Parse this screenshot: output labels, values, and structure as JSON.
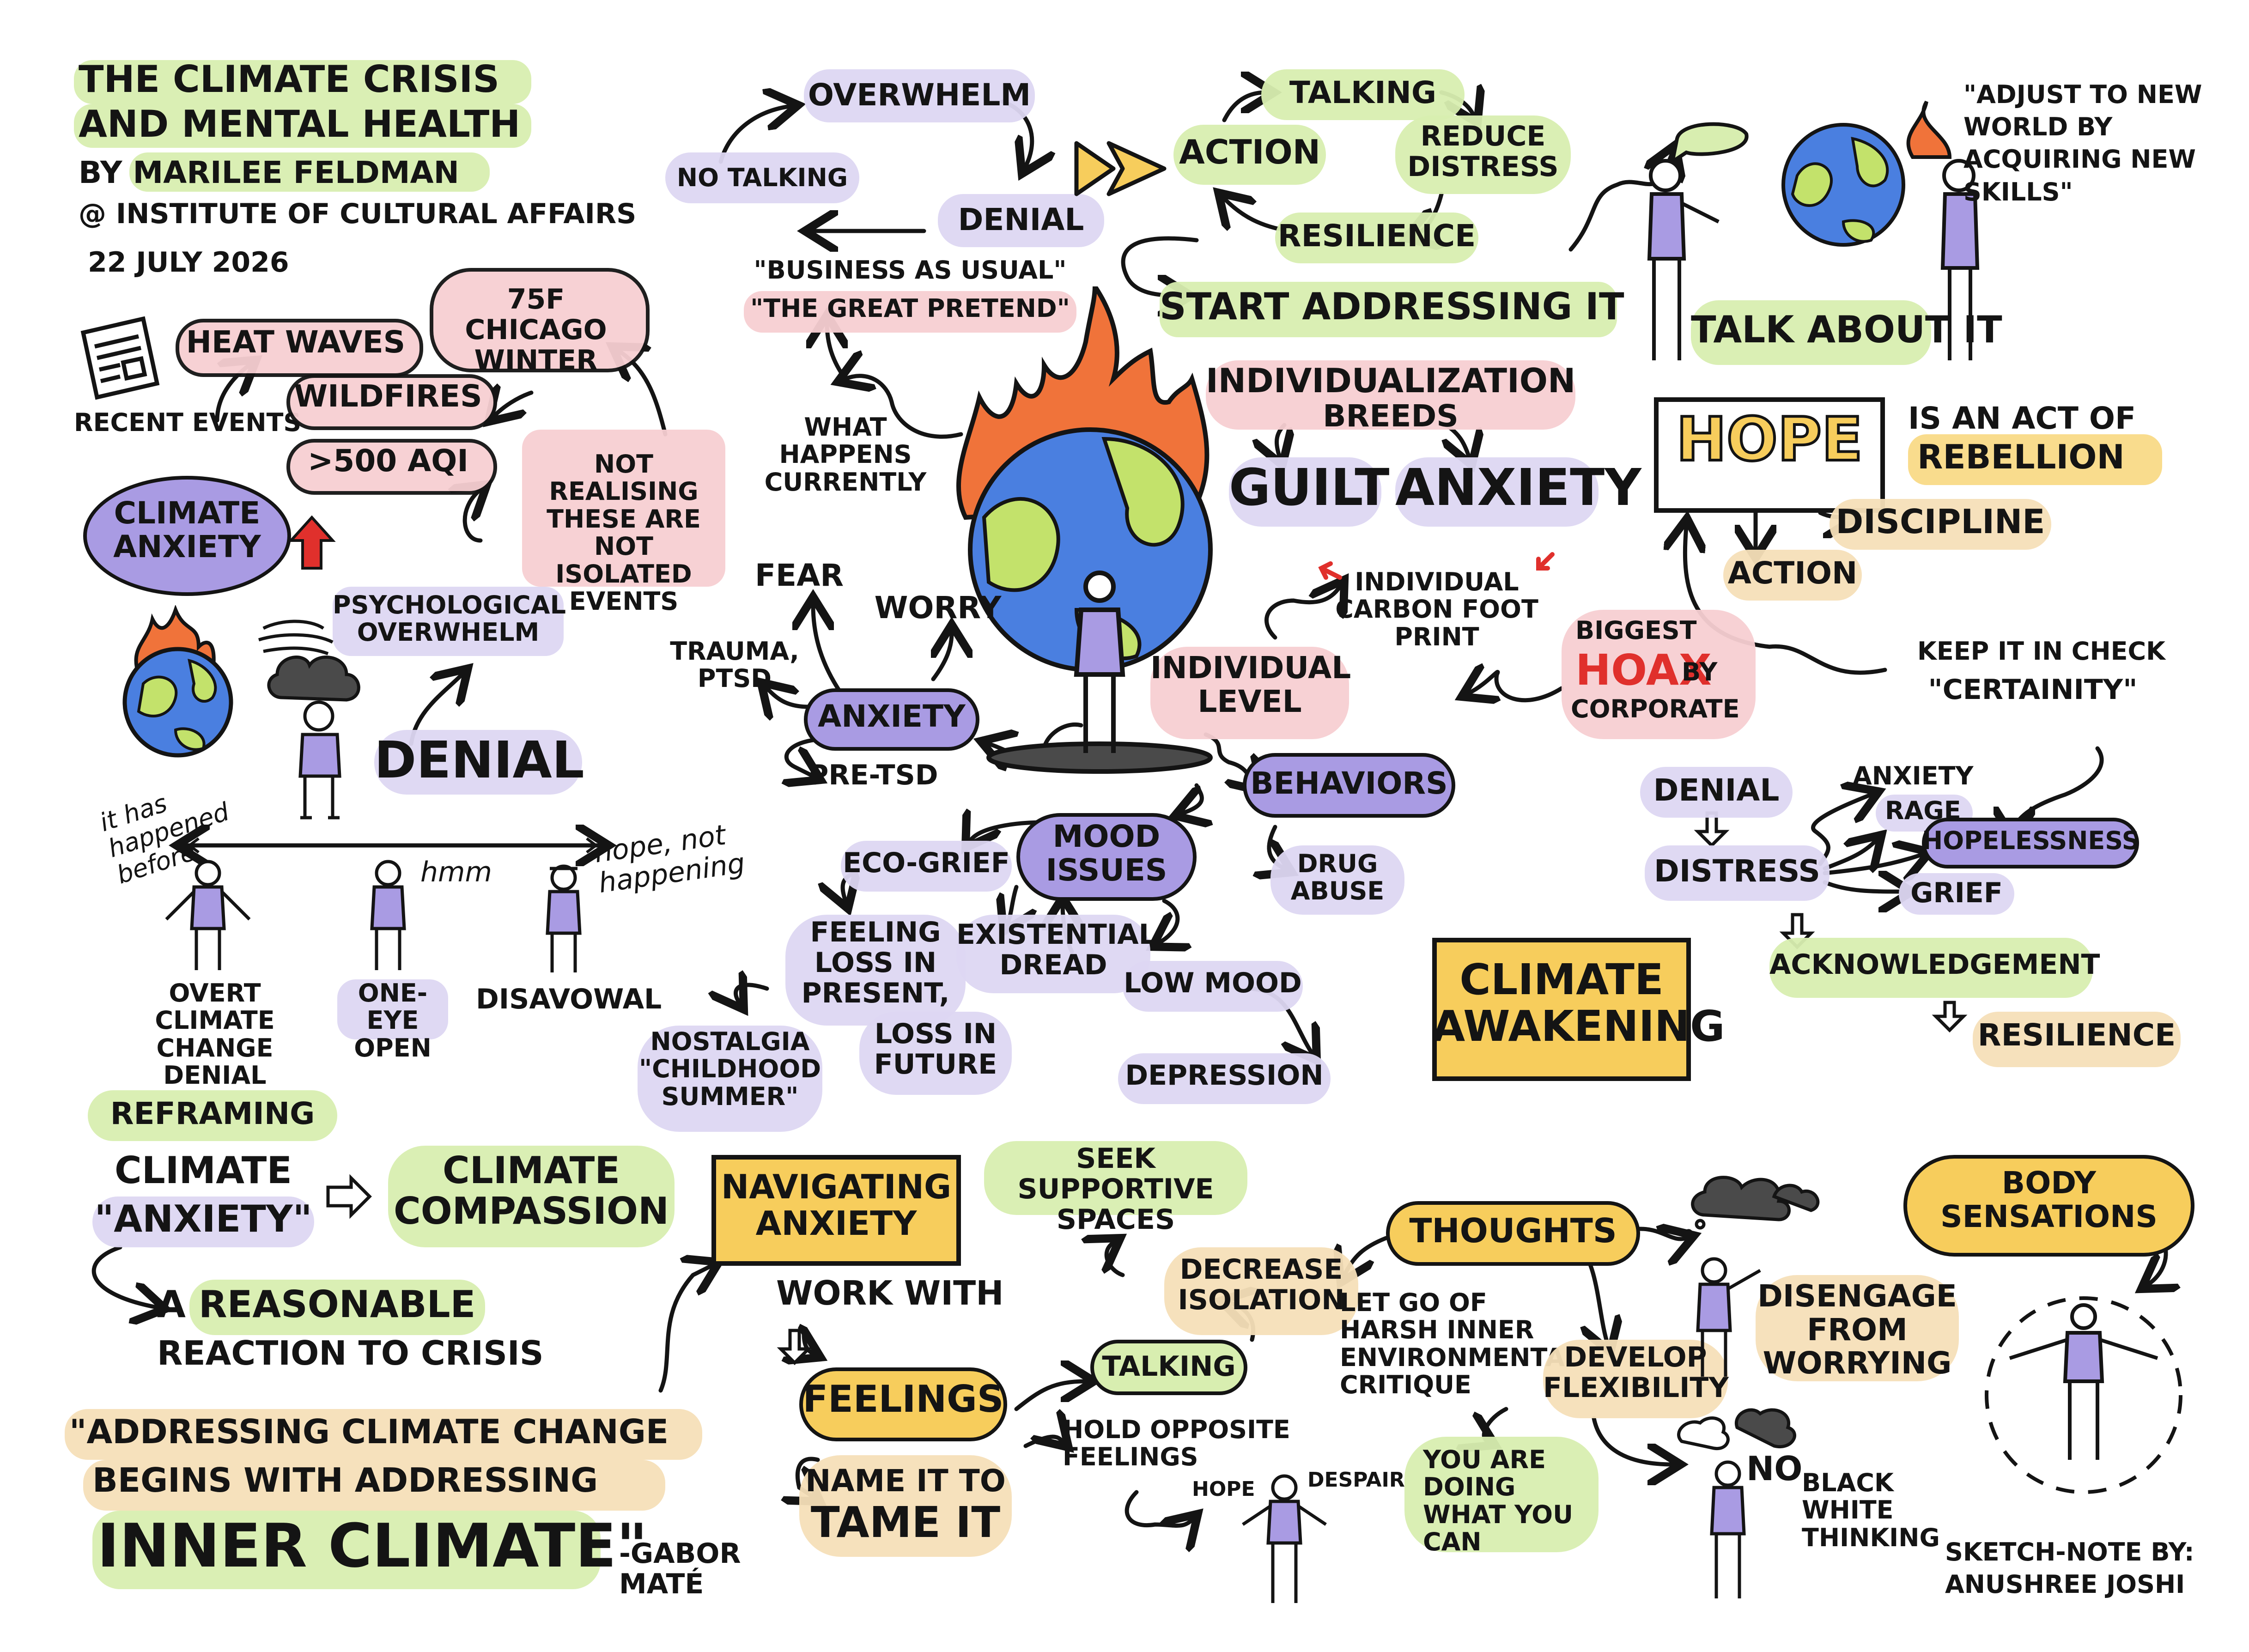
{
  "header": {
    "title_line1": "THE CLIMATE CRISIS",
    "title_line2": "AND MENTAL HEALTH",
    "author": "BY MARILEE FELDMAN",
    "institute": "@ INSTITUTE OF CULTURAL AFFAIRS",
    "date": "22 JULY 2026"
  },
  "colors": {
    "green": "#d8eeb0",
    "pink": "#f7cfd2",
    "lavender": "#ddd7f2",
    "purple": "#a99be3",
    "yellow": "#f7cd5c",
    "peach": "#f5dfb8",
    "ink": "#141414",
    "red": "#e0302c",
    "globe_blue": "#4a7fe0",
    "globe_green": "#c3e26b",
    "flame": "#f0733a"
  },
  "icons": [
    "newspaper-icon",
    "globe-on-fire-icon",
    "storm-cloud-icon",
    "red-up-arrow-icon",
    "person-icon",
    "yellow-arrow-icon",
    "speech-bubble-icon"
  ],
  "climate_anxiety": {
    "label": "CLIMATE ANXIETY",
    "recent_events": "RECENT EVENTS",
    "events": [
      "HEAT WAVES",
      "WILDFIRES",
      ">500 AQI"
    ],
    "chicago": "75F CHICAGO WINTER",
    "not_isolated": "NOT REALISING THESE ARE NOT ISOLATED EVENTS",
    "psych": "PSYCHOLOGICAL OVERWHELM",
    "denial": "DENIAL"
  },
  "denial_spectrum": {
    "before": "it has happened before",
    "hmm": "hmm",
    "hope": "hope, not happening",
    "types": [
      "OVERT CLIMATE CHANGE DENIAL",
      "ONE-EYE OPEN",
      "DISAVOWAL"
    ]
  },
  "cycle_top": {
    "no_talking": "NO TALKING",
    "overwhelm": "OVERWHELM",
    "denial": "DENIAL",
    "business": "\"BUSINESS AS USUAL\"",
    "pretend": "\"THE GREAT PRETEND\"",
    "what_happens": "WHAT HAPPENS CURRENTLY"
  },
  "cycle_action": {
    "talking": "TALKING",
    "action": "ACTION",
    "reduce": "REDUCE DISTRESS",
    "resilience": "RESILIENCE",
    "start": "START ADDRESSING IT"
  },
  "talk_about": {
    "quote": "\"ADJUST TO NEW WORLD BY ACQUIRING NEW SKILLS\"",
    "label": "TALK ABOUT IT"
  },
  "center": {
    "fear": "FEAR",
    "worry": "WORRY",
    "trauma": "TRAUMA, PTSD",
    "anxiety": "ANXIETY",
    "pre_tsd": "PRE-TSD",
    "individual": "INDIVIDUAL LEVEL",
    "behaviors": "BEHAVIORS",
    "drug": "DRUG ABUSE",
    "mood": "MOOD ISSUES",
    "eco_grief": "ECO-GRIEF",
    "feeling_loss": "FEELING LOSS IN PRESENT,",
    "existential": "EXISTENTIAL DREAD",
    "low_mood": "LOW MOOD",
    "nostalgia": "NOSTALGIA \"CHILDHOOD SUMMER\"",
    "loss_future": "LOSS IN FUTURE",
    "depression": "DEPRESSION"
  },
  "individualization": {
    "line1": "INDIVIDUALIZATION",
    "line2": "BREEDS",
    "guilt": "GUILT",
    "anxiety": "ANXIETY",
    "carbon": "INDIVIDUAL CARBON FOOT PRINT",
    "biggest": "BIGGEST",
    "hoax": "HOAX",
    "by": "BY",
    "corporate": "CORPORATE"
  },
  "hope": {
    "word": "HOPE",
    "rebellion_1": "IS AN ACT OF",
    "rebellion_2": "REBELLION",
    "discipline": "DISCIPLINE",
    "action": "ACTION",
    "check_1": "KEEP IT IN CHECK",
    "check_2": "\"CERTAINITY\""
  },
  "awakening": {
    "label": "CLIMATE AWAKENING",
    "denial": "DENIAL",
    "distress": "DISTRESS",
    "anxiety": "ANXIETY",
    "rage": "RAGE",
    "hopelessness": "HOPELESSNESS",
    "grief": "GRIEF",
    "acknowledgement": "ACKNOWLEDGEMENT",
    "resilience": "RESILIENCE"
  },
  "reframing": {
    "label": "REFRAMING",
    "climate": "CLIMATE",
    "anxiety": "\"ANXIETY\"",
    "compassion": "CLIMATE COMPASSION",
    "a": "A",
    "reasonable": "REASONABLE",
    "reaction": "REACTION TO CRISIS"
  },
  "quote": {
    "line1": "\"ADDRESSING CLIMATE CHANGE",
    "line2": "BEGINS WITH ADDRESSING",
    "line3": "INNER CLIMATE\"",
    "author": "-GABOR MATÉ"
  },
  "navigating": {
    "title": "NAVIGATING ANXIETY",
    "work_with": "WORK WITH",
    "feelings": "FEELINGS",
    "name_it_1": "NAME IT TO",
    "name_it_2": "TAME IT",
    "talking": "TALKING",
    "decrease": "DECREASE ISOLATION",
    "seek": "SEEK SUPPORTIVE SPACES",
    "hold": "HOLD OPPOSITE FEELINGS",
    "hope": "HOPE",
    "despair": "DESPAIR",
    "thoughts": "THOUGHTS",
    "let_go": "LET GO OF HARSH INNER ENVIRONMENTAL CRITIQUE",
    "develop": "DEVELOP FLEXIBILITY",
    "you_are": "YOU ARE DOING WHAT YOU CAN",
    "no": "NO",
    "bw": "BLACK WHITE THINKING",
    "disengage": "DISENGAGE FROM WORRYING",
    "body": "BODY SENSATIONS"
  },
  "footer": {
    "credit_1": "SKETCH-NOTE BY:",
    "credit_2": "ANUSHREE JOSHI"
  }
}
